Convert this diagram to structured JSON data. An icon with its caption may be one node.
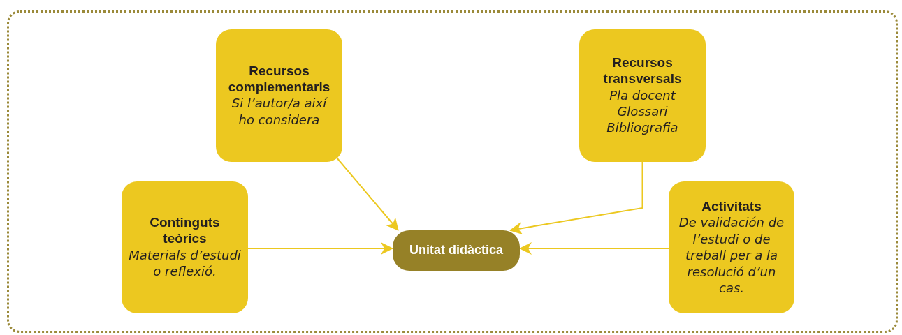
{
  "diagram": {
    "nodes": [
      {
        "text": [
          "Recursos complementaris",
          "Si l’autor/a així ho considera"
        ]
      },
      {
        "text": [
          "Recursos transversals",
          "Pla docent Glossari Bibliografia"
        ]
      },
      {
        "text": [
          "Continguts teòrics",
          "Materials d’estudi o reflexió."
        ]
      },
      {
        "text": [
          "Unitat didàctica"
        ]
      },
      {
        "text": [
          "Activitats",
          "De validación de l’estudi o de treball per a la resolució d’un cas."
        ]
      }
    ],
    "edges": [
      {
        "from": 0,
        "to": 3,
        "arrow": "to"
      },
      {
        "from": 1,
        "to": 3,
        "arrow": "to"
      },
      {
        "from": 2,
        "to": 3,
        "arrow": "to"
      },
      {
        "from": 4,
        "to": 3,
        "arrow": "to"
      }
    ]
  }
}
